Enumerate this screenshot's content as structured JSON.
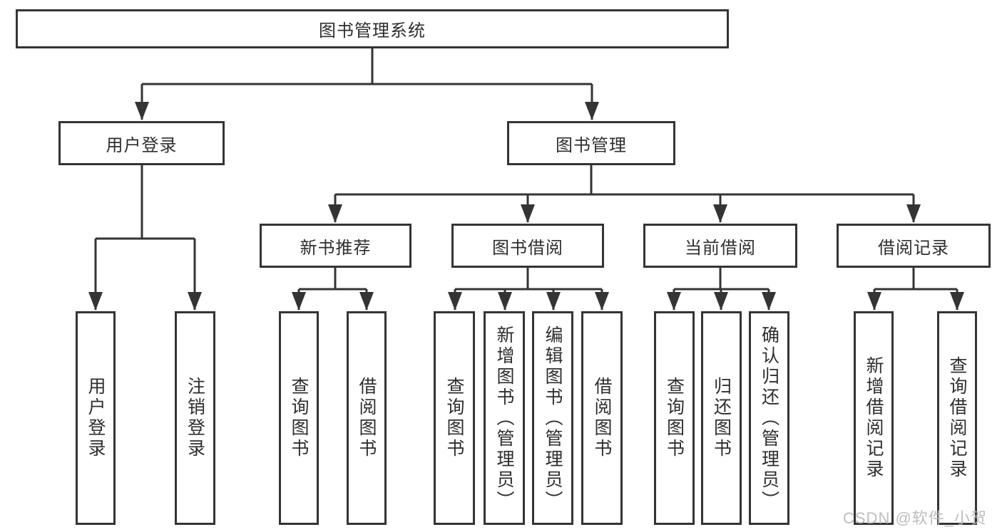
{
  "tree": {
    "root": {
      "label": "图书管理系统"
    },
    "level2": {
      "user_login": {
        "label": "用户登录",
        "children": {
          "user_login": {
            "label": "用户登录"
          },
          "logout": {
            "label": "注销登录"
          }
        }
      },
      "book_management": {
        "label": "图书管理",
        "children": {
          "new_book_recommend": {
            "label": "新书推荐",
            "children": {
              "query_books": {
                "label": "查询图书"
              },
              "borrow_books": {
                "label": "借阅图书"
              }
            }
          },
          "book_borrow": {
            "label": "图书借阅",
            "children": {
              "query_books": {
                "label": "查询图书"
              },
              "add_books": {
                "label": "新增图书（管理员）"
              },
              "edit_books": {
                "label": "编辑图书（管理员）"
              },
              "borrow_books": {
                "label": "借阅图书"
              }
            }
          },
          "current_borrow": {
            "label": "当前借阅",
            "children": {
              "query_books": {
                "label": "查询图书"
              },
              "return_books": {
                "label": "归还图书"
              },
              "confirm_return": {
                "label": "确认归还（管理员）"
              }
            }
          },
          "borrow_records": {
            "label": "借阅记录",
            "children": {
              "add_record": {
                "label": "新增借阅记录"
              },
              "query_record": {
                "label": "查询借阅记录"
              }
            }
          }
        }
      }
    }
  },
  "watermark": "CSDN @软件_小贺同学",
  "colors": {
    "line": "#343434",
    "box_border": "#343434",
    "text": "#2e2e2e",
    "background": "#ffffff",
    "watermark": "#b6b6b6"
  }
}
